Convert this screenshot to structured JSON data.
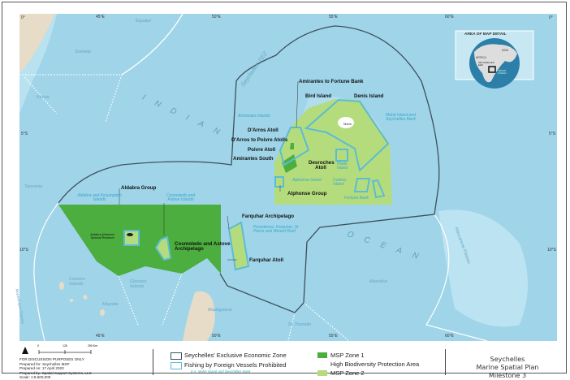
{
  "colors": {
    "ocean": "#9fd4e9",
    "land": "#e6dcc7",
    "zone1": "#4cae3e",
    "zone2": "#b5dc7c",
    "fishing_outline": "#5bbcd6",
    "eez_line": "#3e505c"
  },
  "grid": {
    "lon": [
      "45°E",
      "50°E",
      "55°E",
      "60°E"
    ],
    "lat": [
      "0°",
      "5°S",
      "10°S"
    ]
  },
  "geo_labels": {
    "equator": "Equator",
    "somalia": "Somalia",
    "kenya": "Kenya",
    "tanzania": "Tanzania",
    "indian": "INDIAN",
    "ocean": "OCEAN",
    "comoro": "Comoro Islands",
    "glorioso": "Glorioso Islands",
    "mayotte": "Mayotte",
    "madagascar": "Madagascar",
    "mauritius": "Mauritius",
    "mascarene": "Mascarene Plateau",
    "eez": "Seychelles' EEZ",
    "mozambique": "Mozambique Channel",
    "tromelin": "Île Tromelin"
  },
  "site_labels": {
    "amirantes_fortune": "Amirantes to Fortune Bank",
    "bird": "Bird Island",
    "denis": "Denis Island",
    "mahe": "Mahé",
    "darros": "D'Arros Atoll",
    "darros_poivre": "D'Arros to Poivre Atolls",
    "poivre": "Poivre Atoll",
    "amirantes_south": "Amirantes South",
    "desroches": "Desroches Atoll",
    "alphonse": "Alphonse Group",
    "aldabra_group": "Aldabra Group",
    "cosmoledo": "Cosmoledo and Astove Archipelago",
    "farquhar_arch": "Farquhar Archipelago",
    "farquhar_atoll": "Farquhar Atoll",
    "aldabra_reserve": "Aldabra (Marine) Special Reserve"
  },
  "fishing_labels": {
    "amirantes": "Amirantes Islands",
    "mahe_bank": "Mahé Island and Seychelles Bank",
    "platte": "Platte Island",
    "alphonse": "Alphonse Island",
    "coetivy": "Coëtivy Island",
    "fortune": "Fortune Bank",
    "aldabra": "Aldabra and Assumption Islands",
    "cosmoledo": "Cosmoledo and Astove Islands",
    "providence": "Providence, Farquhar, St Pierre and Wizard Reef"
  },
  "inset": {
    "title": "AREA OF MAP DETAIL",
    "africa": "AFRICA",
    "asia": "ASIA",
    "seychelles_eez": "SEYCHELLES EEZ",
    "indian_ocean": "INDIAN OCEAN"
  },
  "footer": {
    "scale_ticks": [
      "0",
      "125",
      "250 Km"
    ],
    "notes": [
      "FOR DISCUSSION PURPOSES ONLY",
      "Prepared for: Seychelles MSP",
      "Prepared on: 17 April 2020",
      "Prepared by: Spatial Support Systems, LLC",
      "Scale: 1:8,500,000"
    ],
    "legend": {
      "eez": "Seychelles' Exclusive Economic Zone",
      "fishing": "Fishing by Foreign Vessels Prohibited",
      "fishing_example": "E.g. Mahé Island and Seychelles Bank",
      "zone1_title": "MSP Zone 1",
      "zone1_desc": "High Biodiversity Protection Area",
      "zone2_title": "MSP Zone 2"
    },
    "title": [
      "Seychelles",
      "Marine Spatial Plan",
      "Milestone 3"
    ]
  }
}
